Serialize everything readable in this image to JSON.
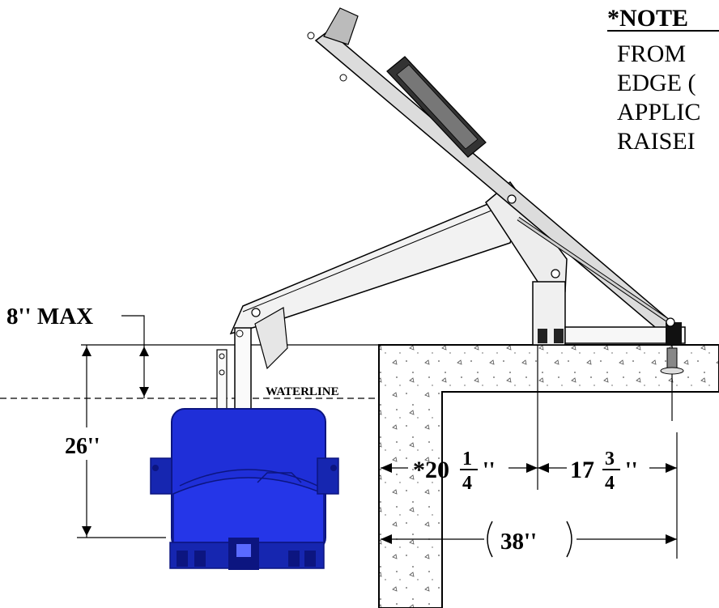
{
  "note": {
    "heading": "*NOTE",
    "lines": [
      "FROM",
      "EDGE (",
      "APPLIC",
      "RAISEI"
    ]
  },
  "labels": {
    "max_label": "8'' MAX",
    "depth_label": "26''",
    "waterline": "WATERLINE",
    "dim_left_prefix": "*20",
    "dim_left_num": "1",
    "dim_left_den": "4",
    "dim_left_unit": "''",
    "dim_right_whole": "17",
    "dim_right_num": "3",
    "dim_right_den": "4",
    "dim_right_unit": "''",
    "dim_total": "38''"
  },
  "colors": {
    "seat_blue": "#1f2fd8",
    "seat_dark": "#0c1580",
    "line": "#000000"
  }
}
